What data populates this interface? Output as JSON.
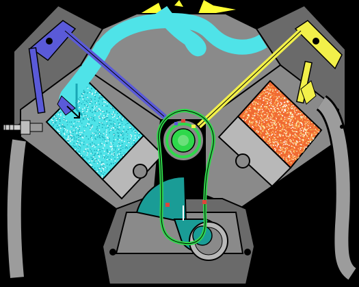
{
  "diagram": {
    "kind": "V engine cross-section animation frame",
    "colors": {
      "background": "#000000",
      "block_dark": "#6a6a6a",
      "block_mid": "#8a8a8a",
      "block_light": "#b8b8b8",
      "outline": "#000000",
      "intake": "#4fe3e8",
      "intake_dark": "#18a6b4",
      "exhaust_hot": "#f06a32",
      "exhaust_warm": "#f7c45a",
      "exhaust_light": "#fff1b0",
      "spark": "#ffff33",
      "intake_rocker": "#5a5ad8",
      "exhaust_rocker": "#f2f04a",
      "timing_belt": "#2fd84b",
      "crank": "#1a9c96",
      "hose": "#9c9c9c",
      "mark_red": "#e0443a"
    },
    "parts": [
      "spark-burst",
      "intake-manifold",
      "left-cylinder",
      "right-cylinder",
      "intake-rocker",
      "exhaust-rocker",
      "timing-belt",
      "camshaft-pulley",
      "crankshaft",
      "left-hose",
      "right-hose",
      "spark-plug"
    ]
  }
}
